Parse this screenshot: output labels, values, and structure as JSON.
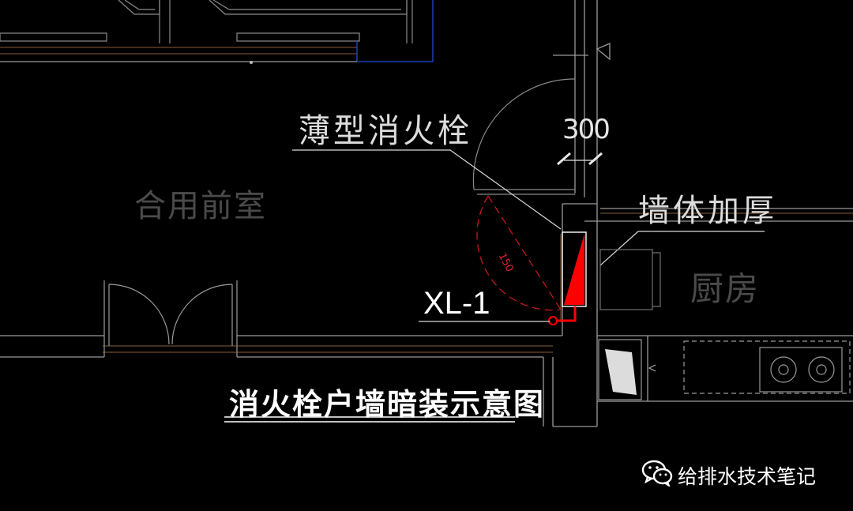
{
  "labels": {
    "thin_hydrant": "薄型消火栓",
    "wall_thickening": "墙体加厚",
    "shared_lobby": "合用前室",
    "kitchen": "厨房",
    "dimension_300": "300",
    "riser_id": "XL-1",
    "radius_note": "150"
  },
  "title": "消火栓户墙暗装示意图",
  "brand": {
    "name": "给排水技术笔记",
    "icon": "wechat-icon"
  },
  "colors": {
    "background": "#000000",
    "wall_line": "#9a9a9a",
    "hydrant": "#ff0000",
    "door_swing": "#c21a1a",
    "brown_line": "#6b4a2e",
    "blue_line": "#1f4bd8"
  }
}
